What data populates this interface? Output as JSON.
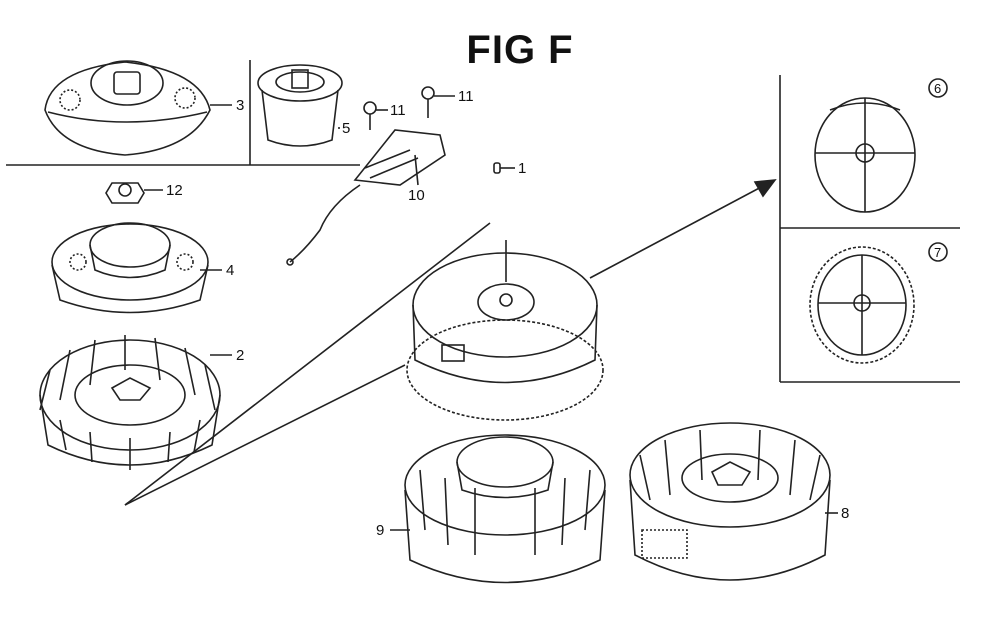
{
  "figure": {
    "title": "FIG F"
  },
  "callouts": [
    {
      "id": "1",
      "label": "1"
    },
    {
      "id": "2",
      "label": "2"
    },
    {
      "id": "3",
      "label": "3"
    },
    {
      "id": "4",
      "label": "4"
    },
    {
      "id": "5",
      "label": "5"
    },
    {
      "id": "6",
      "label": "6"
    },
    {
      "id": "7",
      "label": "7"
    },
    {
      "id": "8",
      "label": "8"
    },
    {
      "id": "9",
      "label": "9"
    },
    {
      "id": "10",
      "label": "10"
    },
    {
      "id": "11a",
      "label": "11"
    },
    {
      "id": "11b",
      "label": "11"
    },
    {
      "id": "12",
      "label": "12"
    }
  ]
}
